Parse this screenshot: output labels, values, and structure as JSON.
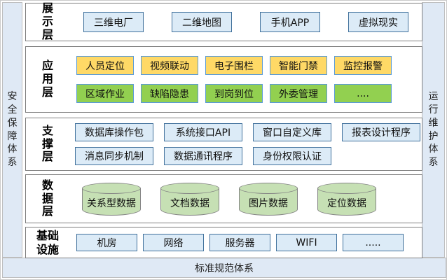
{
  "diagram": {
    "title": "smart-plant-layered-architecture",
    "left_sidebar": {
      "label": "安全保障体系"
    },
    "right_sidebar": {
      "label": "运行维护体系"
    },
    "bottom_bar": {
      "label": "标准规范体系"
    }
  },
  "layers": [
    {
      "label": "展示层",
      "rows": [
        [
          "三维电厂",
          "二维地图",
          "手机APP",
          "虚拟现实"
        ]
      ]
    },
    {
      "label": "应用层",
      "rows": [
        [
          "人员定位",
          "视频联动",
          "电子围栏",
          "智能门禁",
          "监控报警"
        ],
        [
          "区域作业",
          "缺陷隐患",
          "到岗到位",
          "外委管理",
          "...."
        ]
      ]
    },
    {
      "label": "支撑层",
      "rows": [
        [
          "数据库操作包",
          "系统接口API",
          "窗口自定义库",
          "报表设计程序"
        ],
        [
          "消息同步机制",
          "数据通讯程序",
          "身份权限认证"
        ]
      ]
    },
    {
      "label": "数据层",
      "rows": [
        [
          "关系型数据",
          "文档数据",
          "图片数据",
          "定位数据"
        ]
      ]
    },
    {
      "label": "基础设施",
      "rows": [
        [
          "机房",
          "网络",
          "服务器",
          "WIFI",
          "....."
        ]
      ]
    }
  ],
  "colors": {
    "panel_fill": "#dfe9f5",
    "box_blue_fill": "#dcebf7",
    "box_blue_border": "#41719c",
    "box_yellow_fill": "#ffd966",
    "box_green_fill": "#92d050",
    "box_accent_border": "#5b9bd5",
    "cylinder_fill": "#c6e0b4",
    "cylinder_border": "#848484",
    "layer_border": "#7f7f7f"
  }
}
